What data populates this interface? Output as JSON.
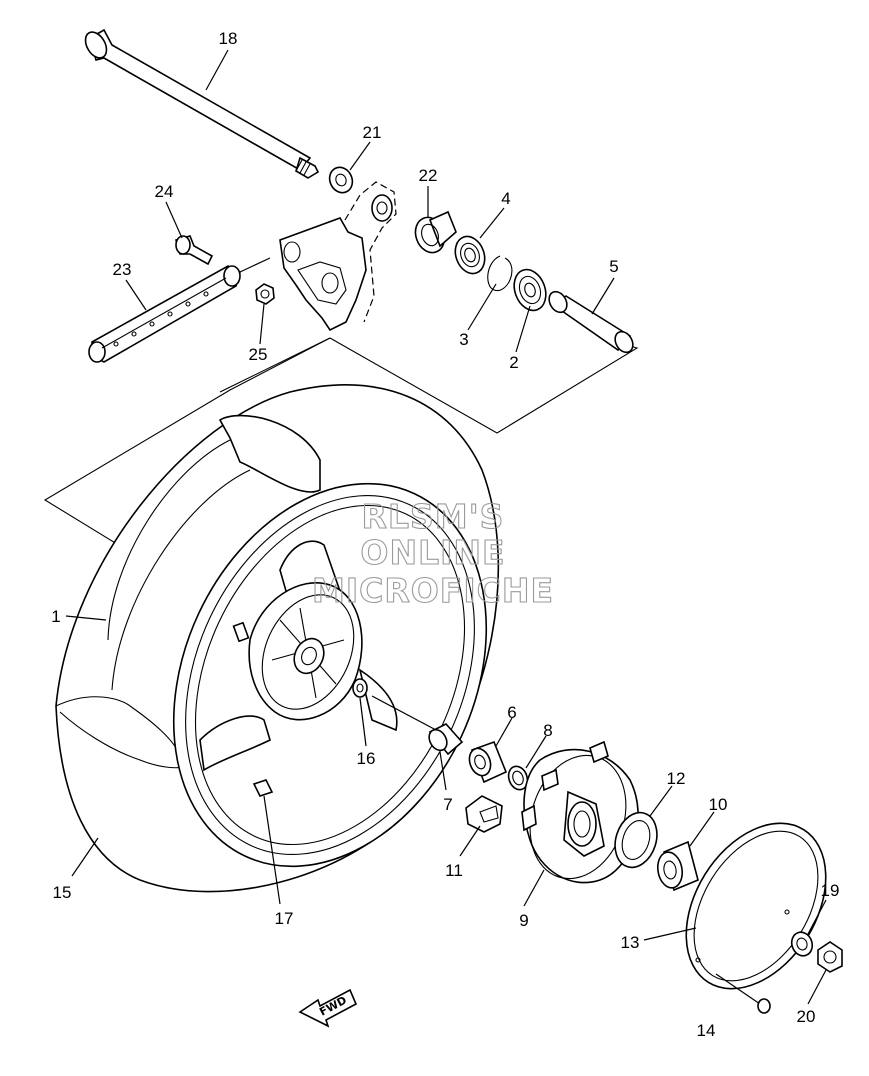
{
  "callouts": [
    {
      "id": "c1",
      "text": "1"
    },
    {
      "id": "c2",
      "text": "2"
    },
    {
      "id": "c3",
      "text": "3"
    },
    {
      "id": "c4",
      "text": "4"
    },
    {
      "id": "c5",
      "text": "5"
    },
    {
      "id": "c6",
      "text": "6"
    },
    {
      "id": "c7",
      "text": "7"
    },
    {
      "id": "c8",
      "text": "8"
    },
    {
      "id": "c9",
      "text": "9"
    },
    {
      "id": "c10",
      "text": "10"
    },
    {
      "id": "c11",
      "text": "11"
    },
    {
      "id": "c12",
      "text": "12"
    },
    {
      "id": "c13",
      "text": "13"
    },
    {
      "id": "c14",
      "text": "14"
    },
    {
      "id": "c15",
      "text": "15"
    },
    {
      "id": "c16",
      "text": "16"
    },
    {
      "id": "c17",
      "text": "17"
    },
    {
      "id": "c18",
      "text": "18"
    },
    {
      "id": "c19",
      "text": "19"
    },
    {
      "id": "c20",
      "text": "20"
    },
    {
      "id": "c21",
      "text": "21"
    },
    {
      "id": "c22",
      "text": "22"
    },
    {
      "id": "c23",
      "text": "23"
    },
    {
      "id": "c24",
      "text": "24"
    },
    {
      "id": "c25",
      "text": "25"
    }
  ],
  "watermark": {
    "line1": "RLSM'S",
    "line2": "ONLINE",
    "line3": "MICROFICHE"
  },
  "direction_arrow": {
    "label": "FWD",
    "icon": "forward-arrow-icon"
  }
}
